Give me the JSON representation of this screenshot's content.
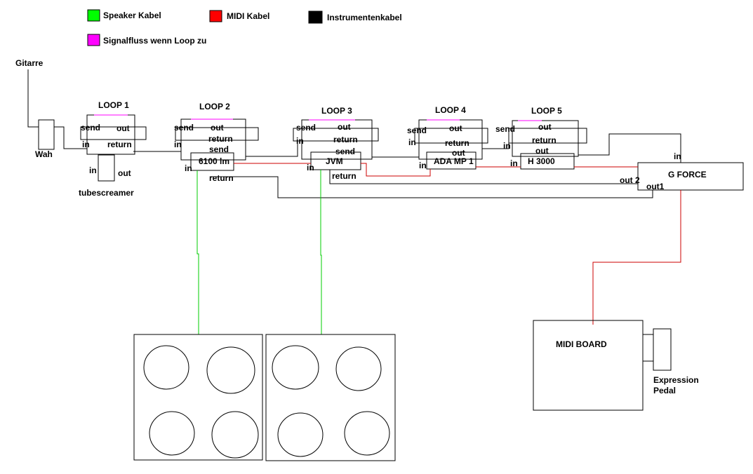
{
  "legend": {
    "speaker": {
      "label": "Speaker Kabel",
      "color": "#00ff00"
    },
    "midi": {
      "label": "MIDI Kabel",
      "color": "#ff0000"
    },
    "instrument": {
      "label": "Instrumentenkabel",
      "color": "#000000"
    },
    "signal": {
      "label": "Signalfluss wenn Loop zu",
      "color": "#ff00ff"
    }
  },
  "guitar": "Gitarre",
  "wah": "Wah",
  "tubescreamer": {
    "label": "tubescreamer",
    "in": "in",
    "out": "out"
  },
  "loops": [
    {
      "title": "LOOP 1",
      "send": "send",
      "out": "out",
      "in": "in",
      "return": "return"
    },
    {
      "title": "LOOP 2",
      "send": "send",
      "out": "out",
      "in": "in",
      "return": "return"
    },
    {
      "title": "LOOP 3",
      "send": "send",
      "out": "out",
      "in": "in",
      "return": "return"
    },
    {
      "title": "LOOP 4",
      "send": "send",
      "out": "out",
      "in": "in",
      "return": "return"
    },
    {
      "title": "LOOP 5",
      "send": "send",
      "out": "out",
      "in": "in",
      "return": "return"
    }
  ],
  "amp1": {
    "label": "6100 lm",
    "send": "send",
    "in": "in",
    "return": "return"
  },
  "amp2": {
    "label": "JVM",
    "send": "send",
    "in": "in",
    "return": "return"
  },
  "ada": {
    "label": "ADA MP 1",
    "out": "out",
    "in": "in"
  },
  "h3000": {
    "label": "H 3000",
    "out": "out",
    "in": "in"
  },
  "gforce": {
    "label": "G FORCE",
    "in": "in",
    "out2": "out 2",
    "out1": "out1"
  },
  "midiboard": "MIDI BOARD",
  "expression_line1": "Expression",
  "expression_line2": "Pedal"
}
